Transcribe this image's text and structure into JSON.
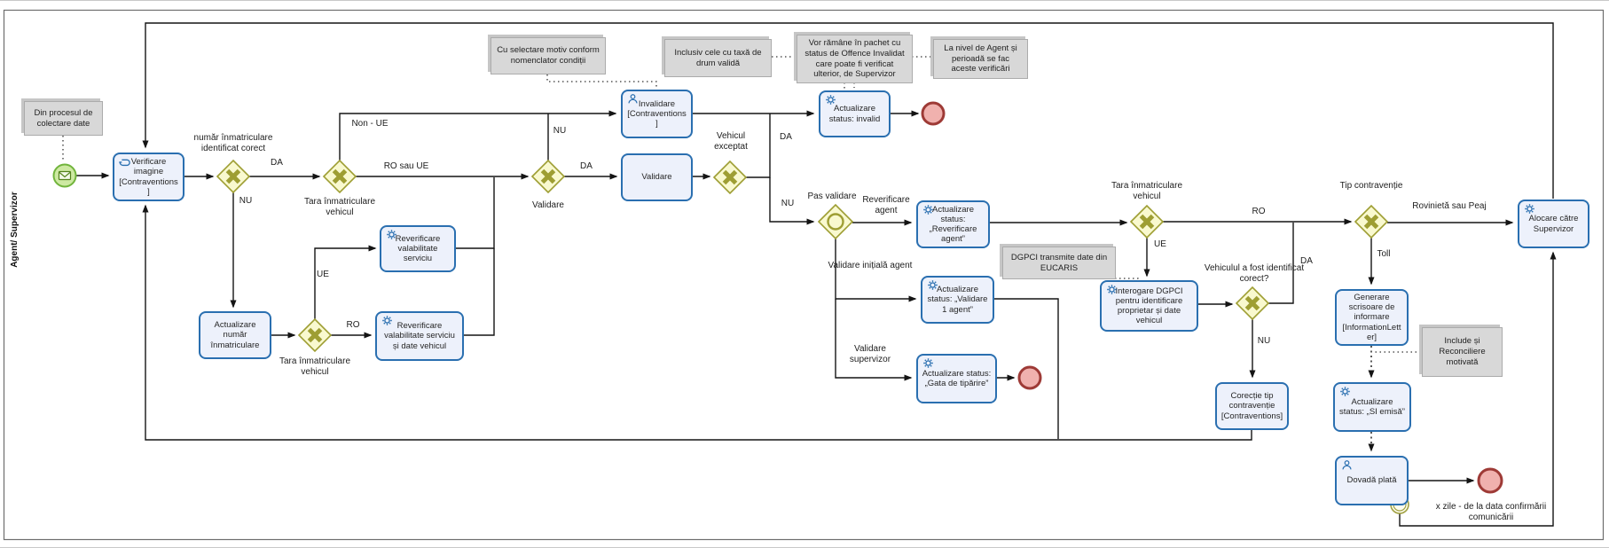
{
  "lane": {
    "label": "Agent/ Supervizor"
  },
  "tasks": {
    "verificare_imagine": "Verificare imagine [Contraventions]",
    "invalidare": "Invalidare [Contraventions]",
    "status_invalid": "Actualizare status: invalid",
    "validare": "Validare",
    "actualizare_numar": "Actualizare număr înmatriculare",
    "reverificare_serviciu": "Reverificare valabilitate serviciu",
    "reverificare_serviciu_date": "Reverificare valabilitate serviciu și date vehicul",
    "status_reverificare_agent": "Actualizare status: „Reverificare agent”",
    "status_validare_1": "Actualizare status: „Validare 1 agent”",
    "status_gata_tiparire": "Actualizare status: „Gata de tipărire”",
    "interogare_dgpci": "Interogare DGPCI pentru identificare proprietar și date vehicul",
    "corectie_tip": "Corecție tip contravenție [Contraventions]",
    "generare_scrisoare": "Generare scrisoare de informare [InformationLetter]",
    "status_si_emisa": "Actualizare status: „SI emisă”",
    "dovada_plata": "Dovadă plată",
    "alocare_supervizor": "Alocare către Supervizor"
  },
  "gateways": {
    "numar_identificat": "număr înmatriculare identificat corect",
    "tara_1": "Tara înmatriculare vehicul",
    "tara_2": "Tara înmatriculare vehicul",
    "validare": "Validare",
    "vehicul_exceptat": "Vehicul exceptat",
    "pas_validare": "Pas validare",
    "tara_3": "Tara înmatriculare vehicul",
    "tip_contraventie": "Tip contravenție",
    "vehicul_identificat": "Vehiculul a fost identificat corect?"
  },
  "edge_labels": {
    "identificat_da": "DA",
    "identificat_nu": "NU",
    "tara1_non_ue": "Non - UE",
    "tara1_ro_ue": "RO sau UE",
    "tara2_ue": "UE",
    "tara2_ro": "RO",
    "validare_nu": "NU",
    "validare_da": "DA",
    "exceptat_da": "DA",
    "exceptat_nu": "NU",
    "pas_reverificare": "Reverificare agent",
    "pas_validare_initiala": "Validare inițială agent",
    "pas_validare_supervizor": "Validare supervizor",
    "tara3_ro": "RO",
    "tara3_ue": "UE",
    "identificat2_da": "DA",
    "identificat2_nu": "NU",
    "tip_rovinieta": "Rovinietă sau Peaj",
    "tip_toll": "Toll",
    "timer_text": "x zile - de la data confirmării comunicării"
  },
  "annotations": {
    "din_procesul": "Din procesul de colectare date",
    "cu_selectare": "Cu selectare motiv conform nomenclator condiții",
    "inclusiv": "Inclusiv cele cu taxă de drum validă",
    "vor_ramane": "Vor rămâne în pachet cu status de Offence Invalidat care poate fi verificat ulterior, de Supervizor",
    "la_nivel": "La nivel de Agent și perioadă se fac aceste verificări",
    "dgpci": "DGPCI transmite date din EUCARIS",
    "include": "Include și Reconciliere motivată"
  },
  "icons": {
    "gear": "service-task-gear",
    "user": "user-task-person",
    "hand": "manual-task-hand",
    "envelope": "message-start-envelope",
    "clock": "timer-boundary-clock"
  },
  "colors": {
    "task_fill": "#edf1fb",
    "task_border": "#2a6fb0",
    "gateway_fill": "#f9f9cf",
    "gateway_border": "#9e9e33",
    "start_fill": "#cde9a2",
    "start_border": "#71b43c",
    "end_fill": "#f0b1ae",
    "end_border": "#9e3a36",
    "annotation_fill": "#d8d8d8",
    "line": "#141414"
  }
}
